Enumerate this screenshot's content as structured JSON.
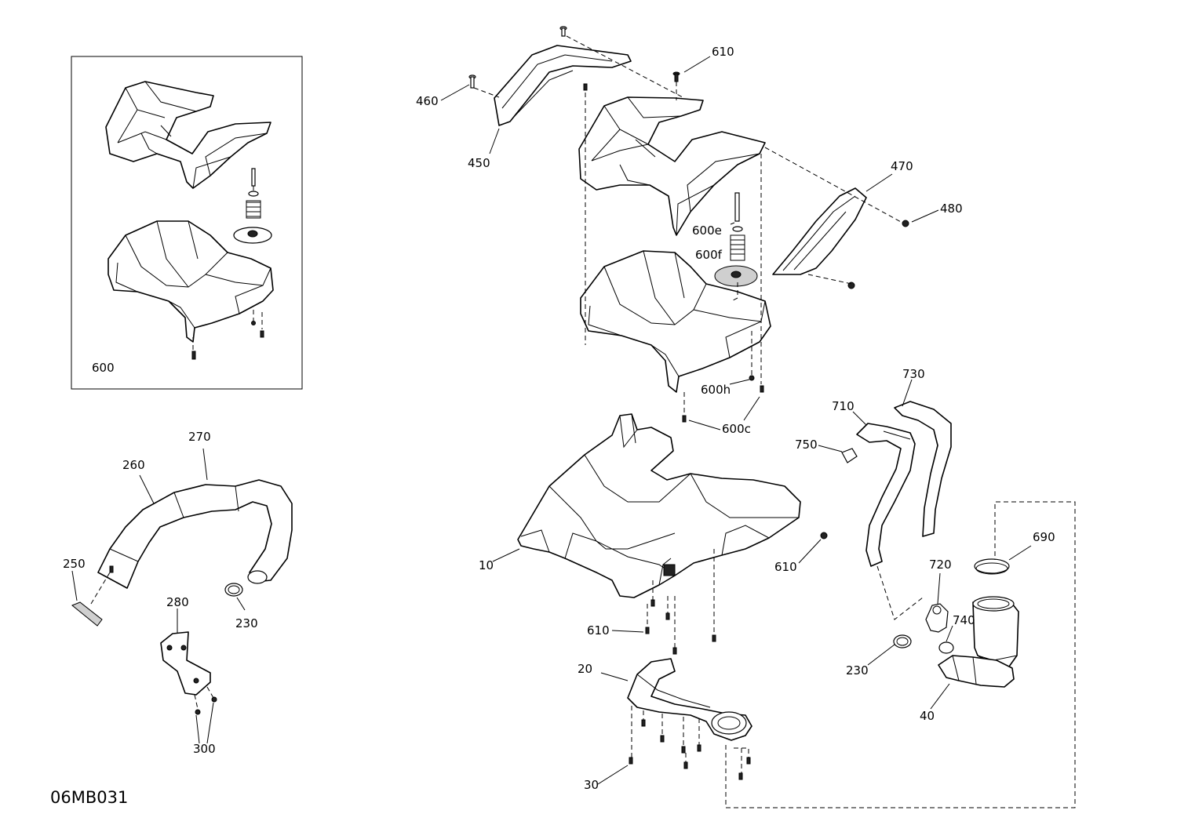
{
  "diagram": {
    "code": "06MB031",
    "inset_label": "600",
    "labels": {
      "l450": "450",
      "l460": "460",
      "l610a": "610",
      "l470": "470",
      "l480": "480",
      "l600e": "600e",
      "l600f": "600f",
      "l600h": "600h",
      "l600c": "600c",
      "l270": "270",
      "l260": "260",
      "l250": "250",
      "l230a": "230",
      "l280": "280",
      "l300": "300",
      "l10": "10",
      "l610b": "610",
      "l610c": "610",
      "l20": "20",
      "l30": "30",
      "l730": "730",
      "l710": "710",
      "l750": "750",
      "l690": "690",
      "l720": "720",
      "l740": "740",
      "l230b": "230",
      "l40": "40"
    }
  }
}
